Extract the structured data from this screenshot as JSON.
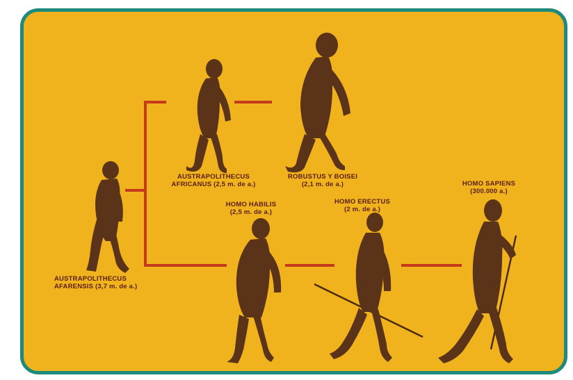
{
  "colors": {
    "background": "#f0b31e",
    "border": "#1e8a7c",
    "connector": "#c53a1c",
    "label_text": "#5a1e0e",
    "figure": "#5b3318"
  },
  "species": [
    {
      "line1": "AUSTRAPOLITHECUS",
      "line2": "AFARENSIS (3,7 m. de a.)"
    },
    {
      "line1": "AUSTRAPOLITHECUS",
      "line2": "AFRICANUS (2,5 m. de a.)"
    },
    {
      "line1": "ROBUSTUS Y BOISEI",
      "line2": "(2,1 m. de a.)"
    },
    {
      "line1": "HOMO HABILIS",
      "line2": "(2,5 m. de a.)"
    },
    {
      "line1": "HOMO ERECTUS",
      "line2": "(2 m. de a.)"
    },
    {
      "line1": "HOMO SAPIENS",
      "line2": "(300.000 a.)"
    }
  ]
}
